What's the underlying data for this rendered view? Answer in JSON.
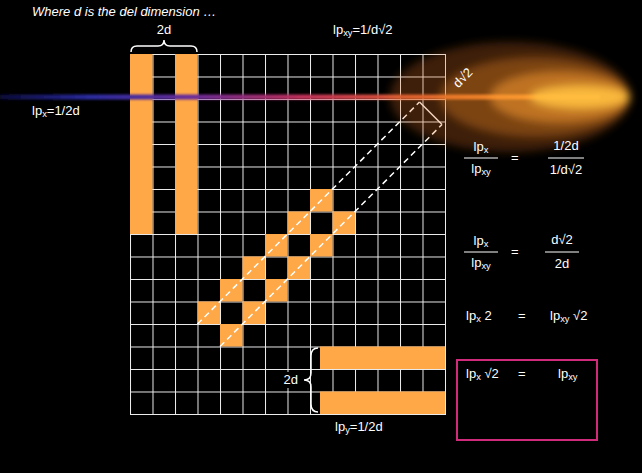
{
  "diagram": {
    "title": "Where d is the del dimension …",
    "labels": [
      "2d",
      "lpxy=1/d√2",
      "d√2",
      "lpx=1/2d",
      "lpx",
      "=",
      "1/2d",
      "lpxy",
      "1/d√2",
      "lpx",
      "=",
      "d√2",
      "lpxy",
      "2d",
      "lpx 2",
      "=",
      "lpxy √2",
      "2d",
      "lpx √2",
      "=",
      "lpxy",
      "lpy=1/2d"
    ]
  }
}
